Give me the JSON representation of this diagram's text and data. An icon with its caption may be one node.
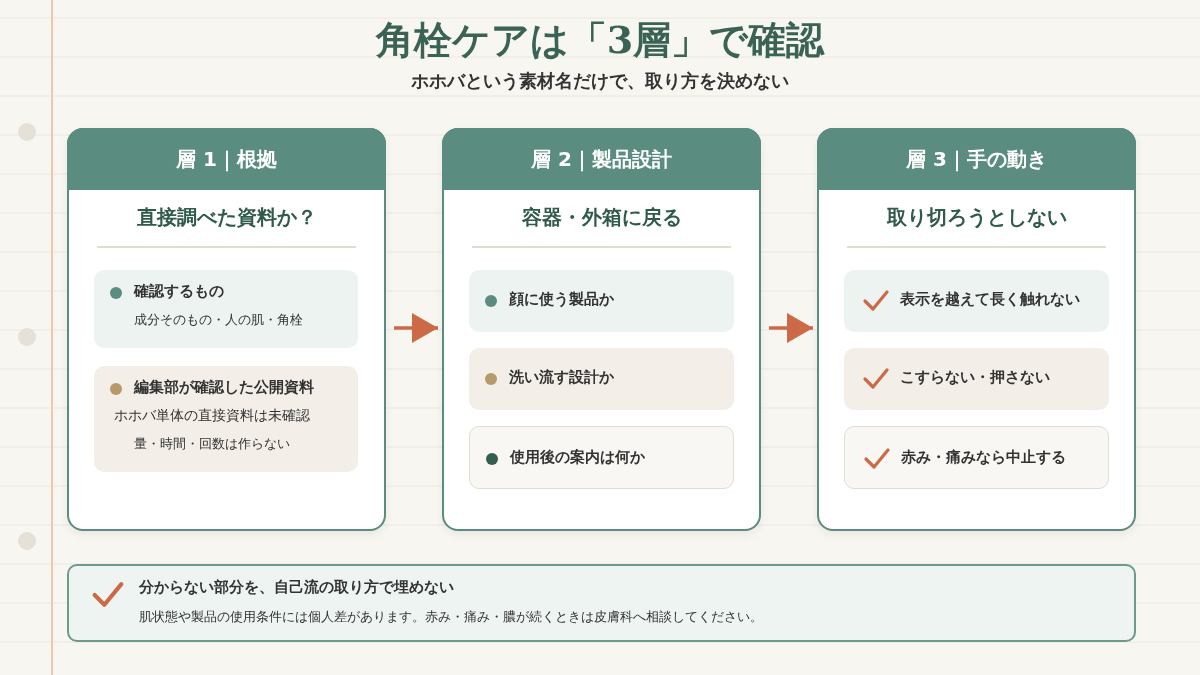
{
  "diagram": {
    "title": "角栓ケアは「3層」で確認",
    "nodes": [
      {
        "text": [
          "層 1｜根拠",
          "直接調べた資料か？"
        ]
      },
      {
        "text": [
          "確認するもの",
          "成分そのもの・人の肌・角栓"
        ],
        "in": 0
      },
      {
        "text": [
          "編集部が確認した公開資料",
          "ホホバ単体の直接資料は未確認",
          "量・時間・回数は作らない"
        ],
        "in": 0
      },
      {
        "text": [
          "層 2｜製品設計",
          "容器・外箱に戻る"
        ]
      },
      {
        "text": [
          "顔に使う製品か"
        ],
        "in": 3
      },
      {
        "text": [
          "洗い流す設計か"
        ],
        "in": 3
      },
      {
        "text": [
          "使用後の案内は何か"
        ],
        "in": 3
      },
      {
        "text": [
          "層 3｜手の動き",
          "取り切ろうとしない"
        ]
      },
      {
        "text": [
          "表示を越えて長く触れない"
        ],
        "in": 7
      },
      {
        "text": [
          "こすらない・押さない"
        ],
        "in": 7
      },
      {
        "text": [
          "赤み・痛みなら中止する"
        ],
        "in": 7
      },
      {
        "text": [
          "分からない部分を、自己流の取り方で埋めない",
          "肌状態や製品の使用条件には個人差があります。赤み・痛み・膿が続くときは皮膚科へ相談してください。"
        ]
      }
    ],
    "edges": [
      {
        "from": 0,
        "to": 3,
        "arrow": "to"
      },
      {
        "from": 3,
        "to": 7,
        "arrow": "to"
      }
    ],
    "labels": [
      "ホホバという素材名だけで、取り方を決めない"
    ]
  }
}
